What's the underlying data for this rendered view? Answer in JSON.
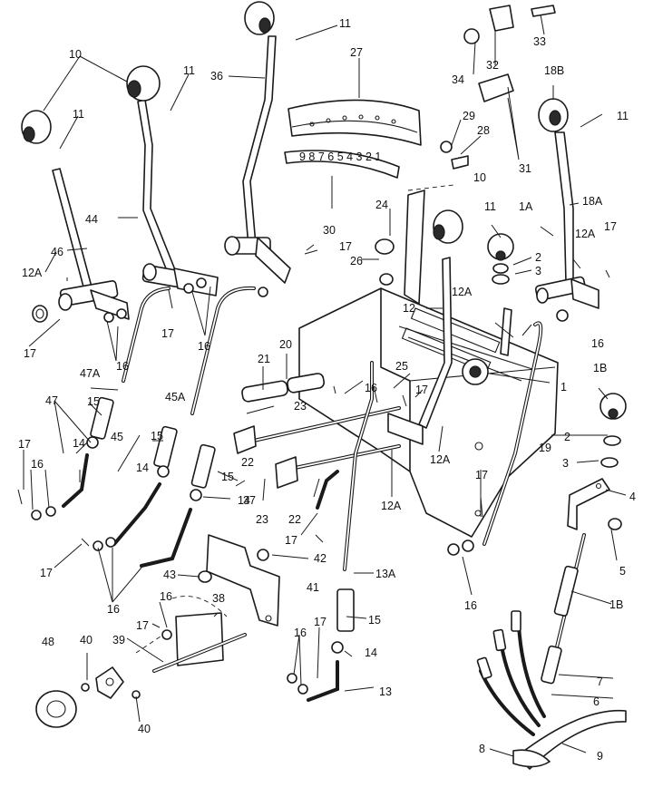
{
  "diagram": {
    "labels": [
      "1",
      "1A",
      "1B",
      "1B",
      "2",
      "2",
      "3",
      "3",
      "4",
      "5",
      "6",
      "7",
      "8",
      "9",
      "10",
      "10",
      "11",
      "11",
      "11",
      "11",
      "11",
      "12",
      "12A",
      "12A",
      "12A",
      "12A",
      "12A",
      "13",
      "13A",
      "14",
      "14",
      "14",
      "14",
      "15",
      "15",
      "15",
      "15",
      "16",
      "16",
      "16",
      "16",
      "16",
      "16",
      "16",
      "16",
      "16",
      "17",
      "17",
      "17",
      "17",
      "17",
      "17",
      "17",
      "17",
      "17",
      "17",
      "17",
      "18A",
      "18B",
      "19",
      "20",
      "21",
      "22",
      "22",
      "23",
      "23",
      "24",
      "25",
      "26",
      "27",
      "28",
      "29",
      "30",
      "31",
      "32",
      "33",
      "34",
      "36",
      "37",
      "38",
      "39",
      "40",
      "40",
      "41",
      "42",
      "43",
      "44",
      "45",
      "45A",
      "46",
      "47",
      "47A",
      "48"
    ],
    "quadrant_scale": "9 8 7 6 5 4 3 2 1"
  }
}
